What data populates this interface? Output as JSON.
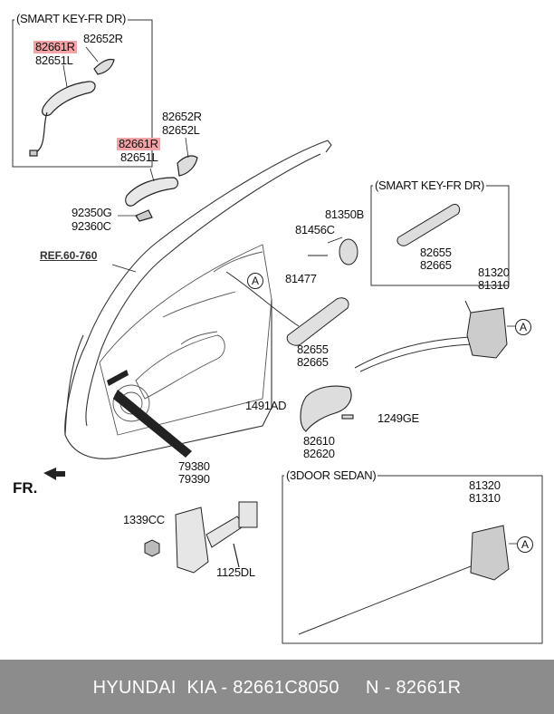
{
  "boxes": {
    "smart_key_top": "(SMART KEY-FR DR)",
    "smart_key_right": "(SMART KEY-FR DR)",
    "three_door_sedan": "(3DOOR SEDAN)"
  },
  "labels": {
    "p82661R_a": "82661R",
    "p82652R_a": "82652R",
    "p82651L_a": "82651L",
    "p82652R_b": "82652R",
    "p82652L_b": "82652L",
    "p82661R_b": "82661R",
    "p82651L_b": "82651L",
    "p92350G": "92350G",
    "p92360C": "92360C",
    "ref": "REF.60-760",
    "p81350B": "81350B",
    "p81456C": "81456C",
    "p81477": "81477",
    "p82655_a": "82655",
    "p82665_a": "82665",
    "p81320_a": "81320",
    "p81310_a": "81310",
    "p82655_b": "82655",
    "p82665_b": "82665",
    "p1491AD": "1491AD",
    "p1249GE": "1249GE",
    "p82610": "82610",
    "p82620": "82620",
    "p79380": "79380",
    "p79390": "79390",
    "p1339CC": "1339CC",
    "p1125DL": "1125DL",
    "p81320_b": "81320",
    "p81310_b": "81310",
    "fr": "FR.",
    "callout_a1": "A",
    "callout_a2": "A",
    "callout_a3": "A"
  },
  "highlight_color": "#f4a3a6",
  "footer": {
    "text": "HYUNDAI  KIA - 82661C8050     N - 82661R"
  }
}
